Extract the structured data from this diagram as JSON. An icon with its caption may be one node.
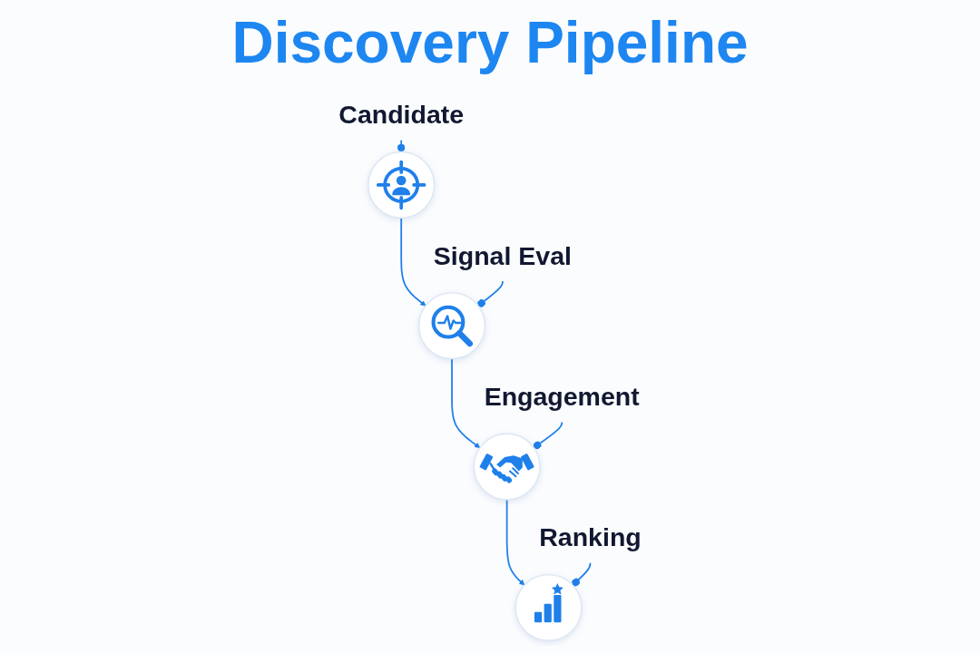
{
  "diagram": {
    "title": "Discovery Pipeline",
    "nodes": [
      {
        "text": [],
        "shape": "circle"
      },
      {
        "text": [
          "Candidate"
        ]
      },
      {
        "text": [],
        "shape": "circle"
      },
      {
        "text": [
          "Signal Eval"
        ]
      },
      {
        "text": [],
        "shape": "circle"
      },
      {
        "text": [
          "Engagement"
        ]
      },
      {
        "text": [],
        "shape": "circle"
      },
      {
        "text": [
          "Ranking"
        ]
      }
    ],
    "edges": [
      {
        "from": 1,
        "to": 0,
        "arrow": "other"
      },
      {
        "from": 0,
        "to": 2,
        "arrow": "to"
      },
      {
        "from": 3,
        "to": 2,
        "arrow": "other"
      },
      {
        "from": 2,
        "to": 4,
        "arrow": "to"
      },
      {
        "from": 5,
        "to": 4,
        "arrow": "other"
      },
      {
        "from": 4,
        "to": 6,
        "arrow": "to"
      },
      {
        "from": 7,
        "to": 6,
        "arrow": "other"
      }
    ]
  }
}
